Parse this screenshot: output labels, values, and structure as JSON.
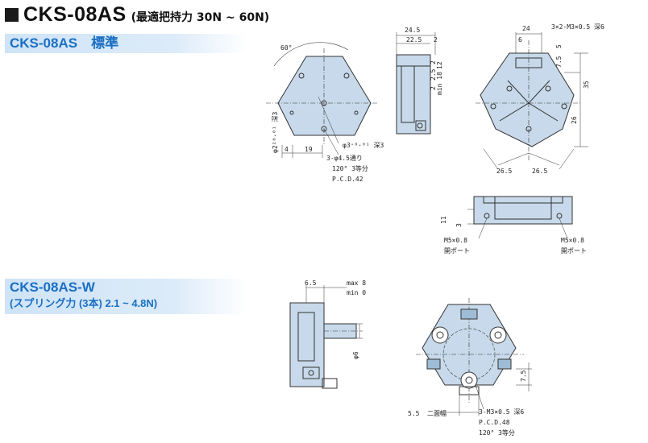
{
  "header": {
    "model": "CKS-08AS",
    "grip_force": "(最適把持力 30N ~ 60N)"
  },
  "section_standard": {
    "title": "CKS-08AS　標準"
  },
  "section_w": {
    "title": "CKS-08AS-W",
    "subtitle": "(スプリング力 (3本) 2.1 ~ 4.8N)"
  },
  "drawing_top": {
    "front": {
      "angle": "60°",
      "dims_left": [
        "φ2²⁰·⁰¹ 深3",
        "4",
        "19"
      ],
      "hole_note": [
        "φ3⁺⁰·⁰¹ 深3",
        "3-φ4.5通り",
        "120° 3等分",
        "P.C.D.42"
      ]
    },
    "side": {
      "dims_top": [
        "24.5",
        "22.5",
        "2"
      ],
      "dims_vert": [
        "2",
        "12",
        "min 18",
        "2.5",
        "2"
      ]
    },
    "right": {
      "dims_top": [
        "24",
        "6"
      ],
      "screw_note": "3×2-M3×0.5 深6",
      "dims_right": [
        "7.5",
        "5",
        "35",
        "26"
      ],
      "dims_bottom": [
        "26.5",
        "26.5"
      ]
    },
    "bottom_view": {
      "dims_left": [
        "11",
        "3"
      ],
      "port_left": [
        "M5×0.8",
        "開ポート"
      ],
      "port_right": [
        "M5×0.8",
        "開ポート"
      ]
    }
  },
  "drawing_w": {
    "side": {
      "dims_top": [
        "6.5",
        "max 8",
        "min 0"
      ],
      "dim_right": "φ6"
    },
    "top": {
      "dim_right": "7.5",
      "width_across": [
        "5.5",
        "二面幅"
      ],
      "screw_note": [
        "3-M3×0.5 深6",
        "P.C.D.48",
        "120° 3等分"
      ]
    }
  },
  "colors": {
    "part_fill": "#c7d9ea",
    "outline": "#333333",
    "band_text": "#1b6fc2",
    "band_bg": "#d6e8f8"
  }
}
